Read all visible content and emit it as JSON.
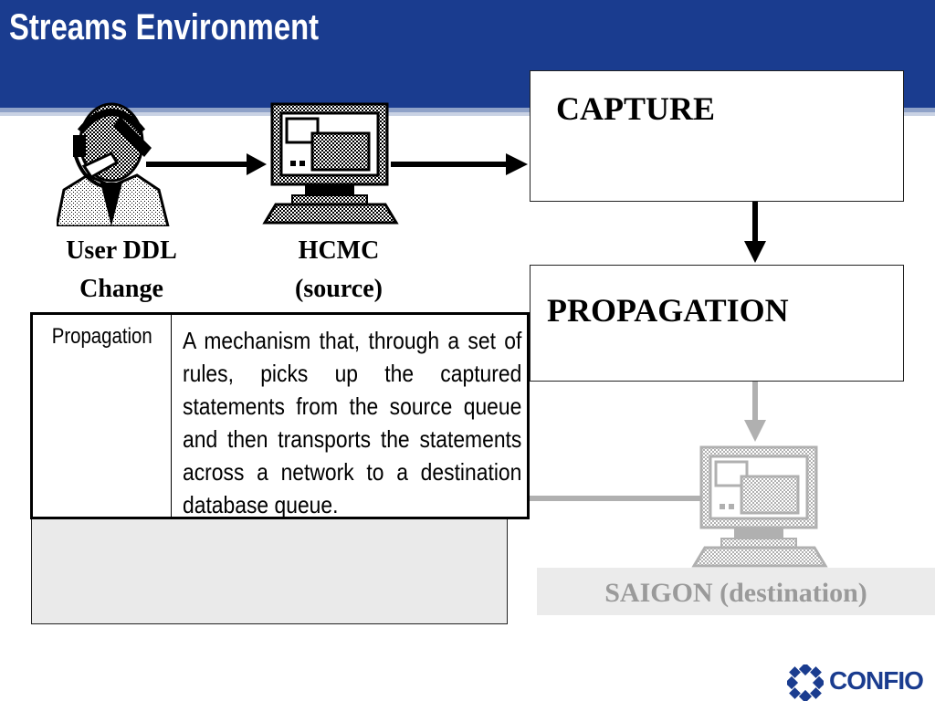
{
  "slide": {
    "title": "Streams Environment"
  },
  "flow": {
    "capture": "CAPTURE",
    "propagation": "PROPAGATION"
  },
  "nodes": {
    "user_line1": "User DDL",
    "user_line2": "Change",
    "source_line1": "HCMC",
    "source_line2": "(source)",
    "destination": "SAIGON (destination)"
  },
  "definition": {
    "term": "Propagation",
    "description": "A mechanism that, through a set of rules,  picks up the captured statements from the source queue and then  transports the statements across a network to a destination database queue."
  },
  "logo": {
    "text": "CONFIO"
  },
  "colors": {
    "header": "#1a3c8f",
    "faded": "#b0b0b0",
    "logo": "#1a3c8f"
  },
  "icons": {
    "user": "user-with-headset-icon",
    "source": "computer-terminal-icon",
    "destination": "computer-terminal-icon"
  }
}
